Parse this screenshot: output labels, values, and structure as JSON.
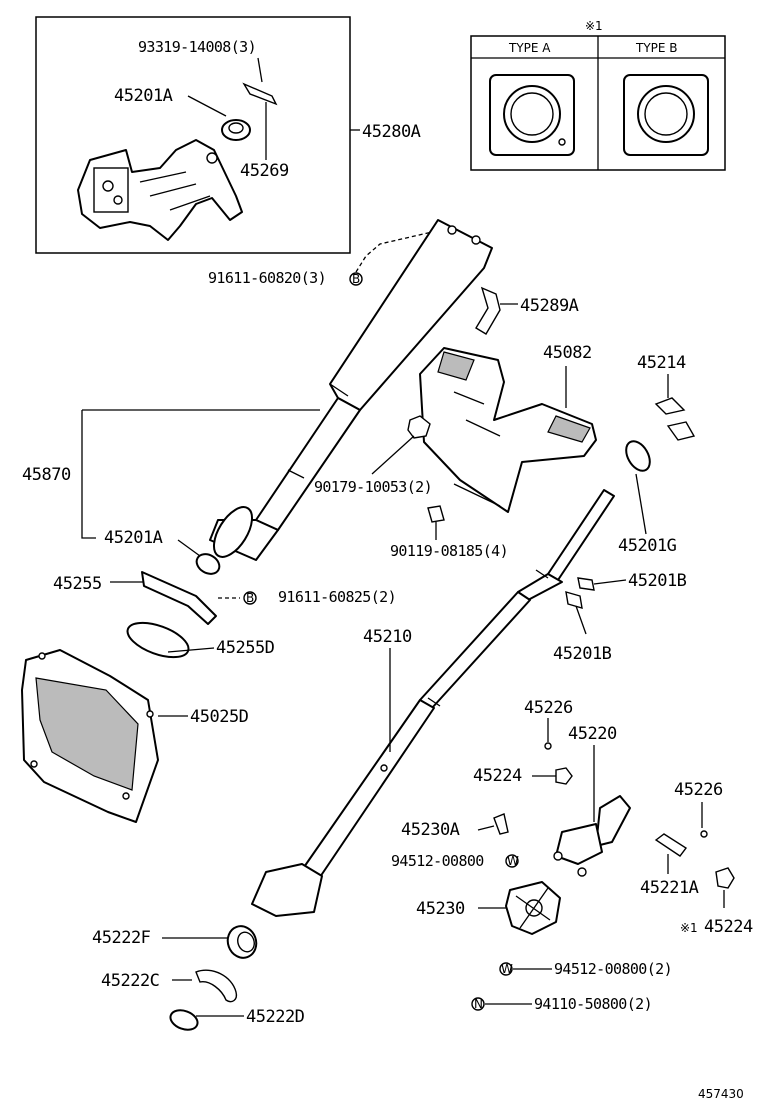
{
  "diagram_number": "457430",
  "note_symbol": "※1",
  "type_table": {
    "col_a": "TYPE A",
    "col_b": "TYPE B"
  },
  "parts": {
    "p_93319": "93319-14008(3)",
    "p_45201A_top": "45201A",
    "p_45269": "45269",
    "p_45280A": "45280A",
    "p_91611_60820": "91611-60820(3)",
    "p_45289A": "45289A",
    "p_45082": "45082",
    "p_45214": "45214",
    "p_45870": "45870",
    "p_90179": "90179-10053(2)",
    "p_45201G": "45201G",
    "p_90119": "90119-08185(4)",
    "p_45201A_mid": "45201A",
    "p_45255": "45255",
    "p_91611_60825": "91611-60825(2)",
    "p_45201B_1": "45201B",
    "p_45201B_2": "45201B",
    "p_45210": "45210",
    "p_45255D": "45255D",
    "p_45025D": "45025D",
    "p_45226_1": "45226",
    "p_45220": "45220",
    "p_45224": "45224",
    "p_45230A": "45230A",
    "p_94512_w1": "94512-00800",
    "p_45226_2": "45226",
    "p_45221A": "45221A",
    "p_45224_note": "45224",
    "p_45230": "45230",
    "p_45222F": "45222F",
    "p_45222C": "45222C",
    "p_45222D": "45222D",
    "p_94512_w2": "94512-00800(2)",
    "p_94110": "94110-50800(2)"
  },
  "markers": {
    "b": "B",
    "w": "W",
    "n": "N"
  }
}
